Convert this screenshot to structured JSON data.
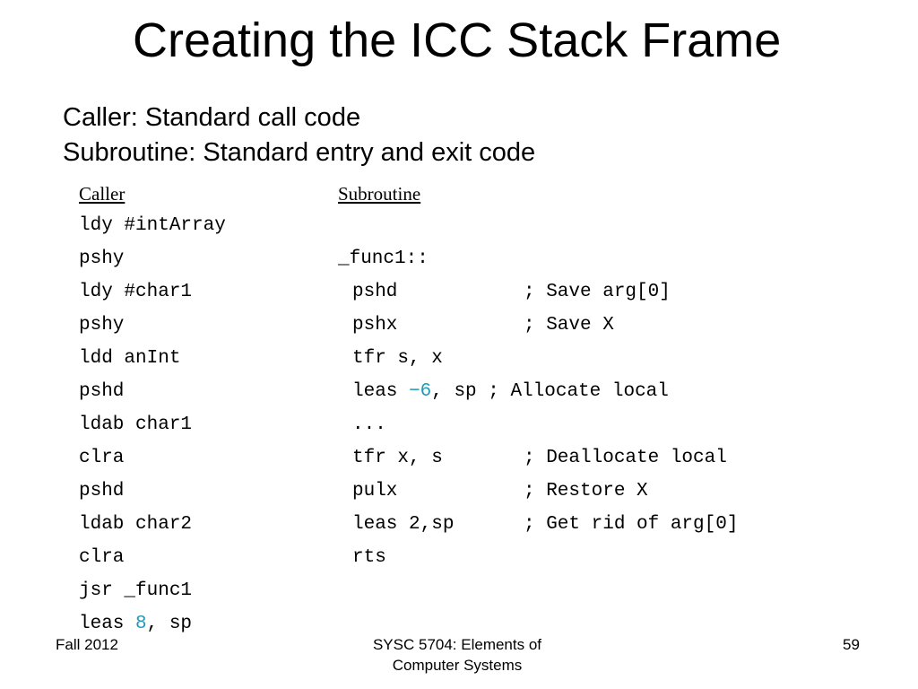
{
  "slide": {
    "title": "Creating the ICC Stack Frame",
    "subtitle_lines": [
      "Caller: Standard call code",
      "Subroutine: Standard entry and exit code"
    ]
  },
  "code": {
    "caller_header": "Caller",
    "subroutine_header": "Subroutine",
    "caller_lines": [
      "ldy #intArray",
      "pshy",
      "ldy #char1",
      "pshy",
      "ldd anInt",
      "pshd",
      "ldab char1",
      "clra",
      "pshd",
      "ldab char2",
      "clra",
      "jsr _func1",
      "leas ",
      "8",
      ", sp"
    ],
    "subroutine_label": "_func1::",
    "subroutine_lines": [
      {
        "instr": "pshd",
        "comment": "; Save arg[0]"
      },
      {
        "instr": "pshx",
        "comment": "; Save X"
      },
      {
        "instr": "tfr s, x",
        "comment": ""
      },
      {
        "instr": "leas ",
        "num": "−6",
        "rest": ", sp ; Allocate local"
      },
      {
        "instr": "...",
        "comment": ""
      },
      {
        "instr": "tfr x, s",
        "comment": "; Deallocate local"
      },
      {
        "instr": "pulx",
        "comment": "; Restore X"
      },
      {
        "instr": "leas 2,sp",
        "comment": "; Get rid of arg[0]"
      },
      {
        "instr": "rts",
        "comment": ""
      }
    ]
  },
  "footer": {
    "left": "Fall 2012",
    "center_lines": [
      "SYSC 5704: Elements of",
      "Computer Systems"
    ],
    "page_number": "59"
  },
  "colors": {
    "text": "#000000",
    "numeric_literal": "#1f9bb5",
    "background": "#ffffff"
  }
}
